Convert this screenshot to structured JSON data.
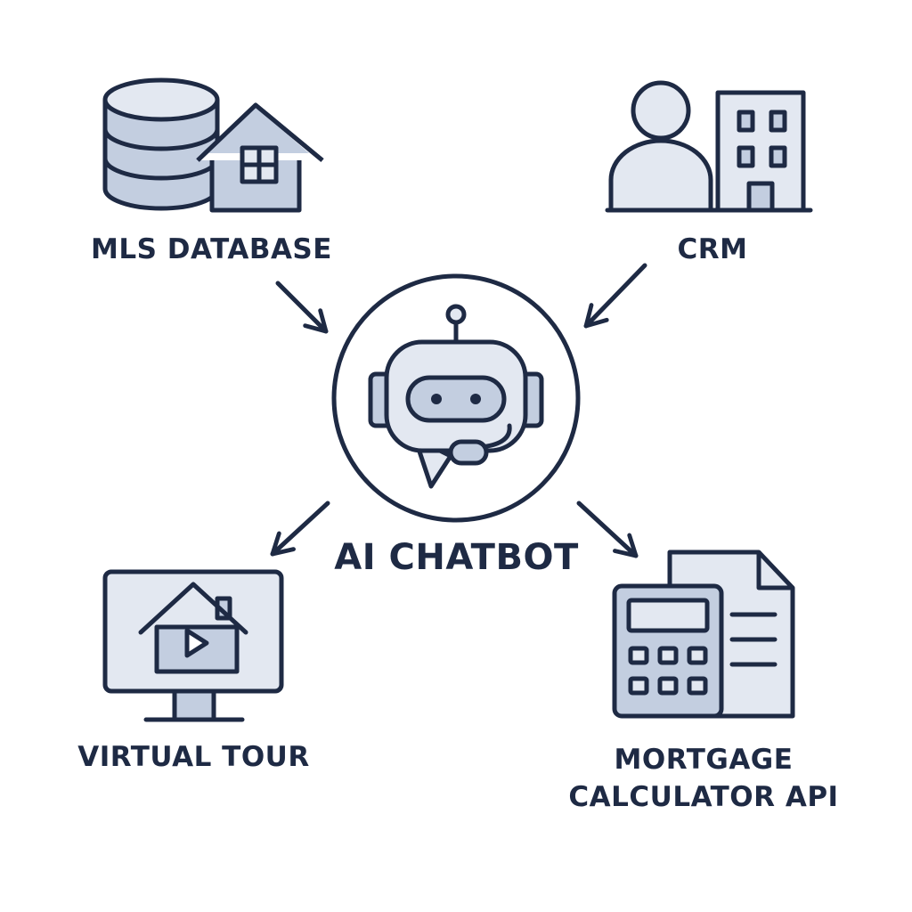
{
  "diagram": {
    "center": {
      "label": "AI CHATBOT",
      "icon": "robot-chat-icon"
    },
    "nodes": [
      {
        "id": "mls",
        "label": "MLS DATABASE",
        "icon": "database-house-icon",
        "direction": "inbound"
      },
      {
        "id": "crm",
        "label": "CRM",
        "icon": "person-building-icon",
        "direction": "inbound"
      },
      {
        "id": "virtual-tour",
        "label": "VIRTUAL TOUR",
        "icon": "monitor-house-play-icon",
        "direction": "outbound"
      },
      {
        "id": "mortgage",
        "label_lines": [
          "MORTGAGE",
          "CALCULATOR API"
        ],
        "icon": "calculator-document-icon",
        "direction": "outbound"
      }
    ]
  },
  "colors": {
    "stroke": "#1e2a44",
    "fill_light": "#e3e8f1",
    "fill_mid": "#c3cee0",
    "background": "#ffffff"
  }
}
